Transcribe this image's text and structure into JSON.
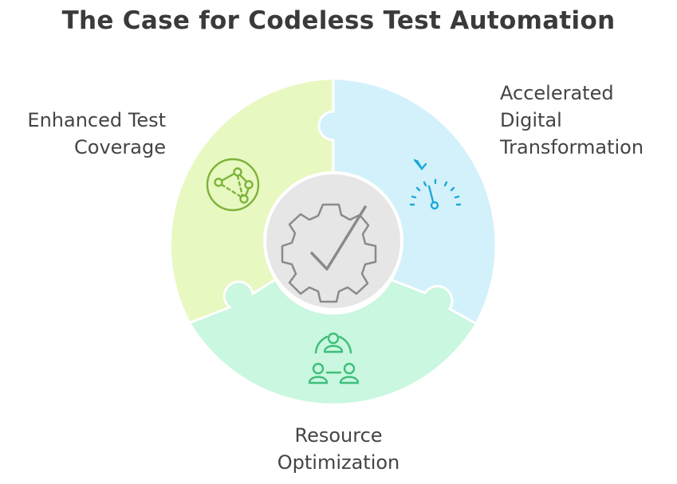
{
  "title": "The Case for Codeless Test Automation",
  "segments": [
    {
      "id": "enhanced-test-coverage",
      "label_lines": [
        "Enhanced Test",
        "Coverage"
      ],
      "icon": "network-nodes-icon",
      "color": "#e7f8c1",
      "icon_color": "#7db33b"
    },
    {
      "id": "accelerated-digital-transformation",
      "label_lines": [
        "Accelerated",
        "Digital",
        "Transformation"
      ],
      "icon": "speedometer-icon",
      "color": "#d3f1fb",
      "icon_color": "#1ca8d8"
    },
    {
      "id": "resource-optimization",
      "label_lines": [
        "Resource",
        "Optimization"
      ],
      "icon": "team-collaboration-icon",
      "color": "#c9f7e0",
      "icon_color": "#3fbf7a"
    }
  ],
  "center": {
    "icon": "gear-check-icon",
    "color": "#e6e6e6",
    "icon_color": "#8a8a8a"
  }
}
